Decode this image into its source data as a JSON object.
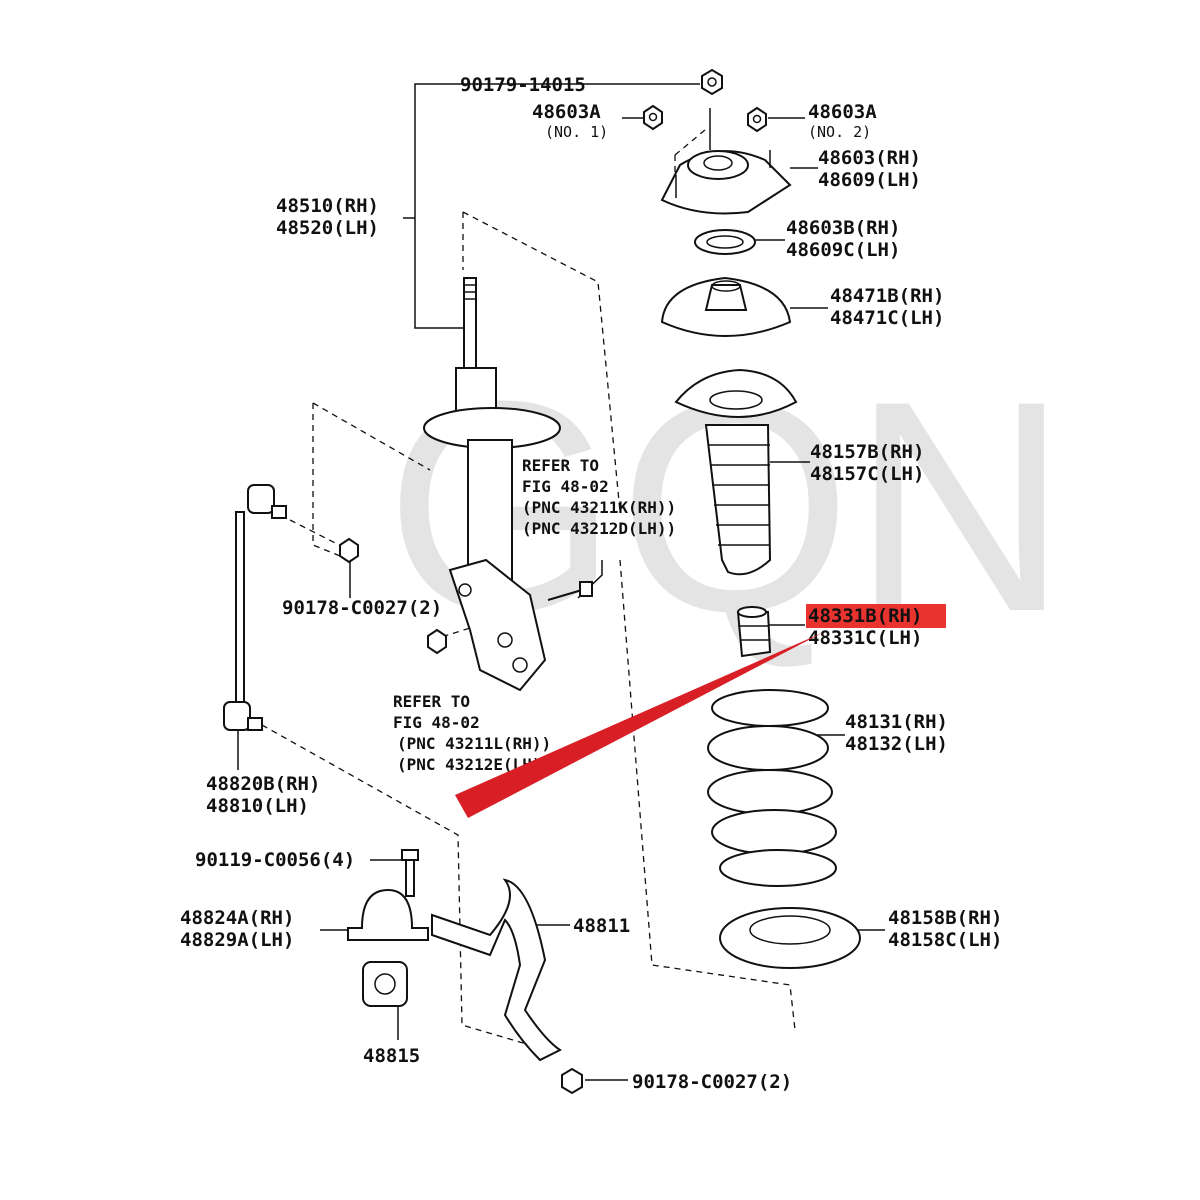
{
  "watermark": "GQN",
  "colors": {
    "highlight": "#e8332f",
    "pointer": "#d91f26",
    "ink": "#111111"
  },
  "labels": {
    "p90179": "90179-14015",
    "p48603a_1": "48603A",
    "p48603a_1_sub": "(NO. 1)",
    "p48603a_2": "48603A",
    "p48603a_2_sub": "(NO. 2)",
    "p48603_rh": "48603(RH)",
    "p48609_lh": "48609(LH)",
    "p48510_rh": "48510(RH)",
    "p48520_lh": "48520(LH)",
    "p48603b_rh": "48603B(RH)",
    "p48609c_lh": "48609C(LH)",
    "p48471b_rh": "48471B(RH)",
    "p48471c_lh": "48471C(LH)",
    "p48157b_rh": "48157B(RH)",
    "p48157c_lh": "48157C(LH)",
    "p48331b_rh": "48331B(RH)",
    "p48331c_lh": "48331C(LH)",
    "p48131_rh": "48131(RH)",
    "p48132_lh": "48132(LH)",
    "p48158b_rh": "48158B(RH)",
    "p48158c_lh": "48158C(LH)",
    "p90178_a": "90178-C0027(2)",
    "p90178_b": "90178-C0027(2)",
    "p48820b_rh": "48820B(RH)",
    "p48810_lh": "48810(LH)",
    "p90119": "90119-C0056(4)",
    "p48824a_rh": "48824A(RH)",
    "p48829a_lh": "48829A(LH)",
    "p48811": "48811",
    "p48815": "48815"
  },
  "refs": {
    "ref1_line1": "REFER TO",
    "ref1_line2": "FIG 48-02",
    "ref1_line3": "(PNC 43211K(RH))",
    "ref1_line4": "(PNC 43212D(LH))",
    "ref2_line1": "REFER TO",
    "ref2_line2": "FIG 48-02",
    "ref2_line3": "(PNC 43211L(RH))",
    "ref2_line4": "(PNC 43212E(LH))"
  }
}
